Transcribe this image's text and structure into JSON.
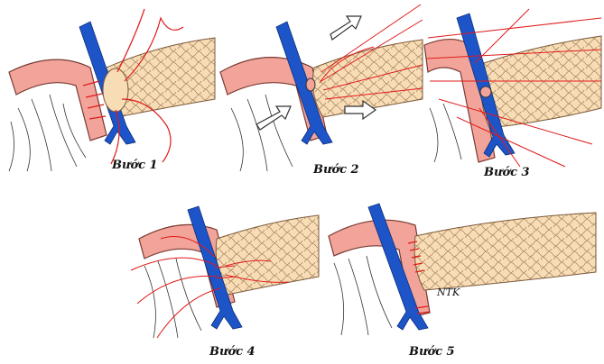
{
  "figure": {
    "steps": [
      {
        "label": "Bước 1"
      },
      {
        "label": "Bước 2"
      },
      {
        "label": "Bước 3"
      },
      {
        "label": "Bước 4"
      },
      {
        "label": "Bước 5"
      }
    ],
    "annotation": "NTK"
  },
  "colors": {
    "intestine": "#f2a49a",
    "intestine_outline": "#7a3a33",
    "pancreas": "#f8dcb5",
    "vein": "#1d55c9",
    "suture": "#e01a1a",
    "arrow_fill": "#ffffff"
  },
  "icons": {
    "direction": "outline-arrow"
  }
}
